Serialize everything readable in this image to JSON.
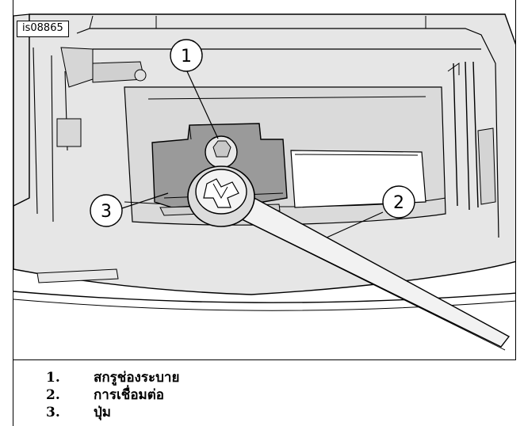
{
  "figure": {
    "id": "is08865",
    "callouts": [
      "1",
      "2",
      "3"
    ]
  },
  "legend": {
    "items": [
      {
        "num": "1.",
        "label": "สกรูช่องระบาย"
      },
      {
        "num": "2.",
        "label": "การเชื่อมต่อ"
      },
      {
        "num": "3.",
        "label": "ปุ่ม"
      }
    ]
  },
  "colors": {
    "housing": "#e6e6e6",
    "housing_dark": "#cfcfcf",
    "bracket": "#9a9a9a",
    "bracket_dark": "#7d7d7d",
    "line": "#000000"
  }
}
